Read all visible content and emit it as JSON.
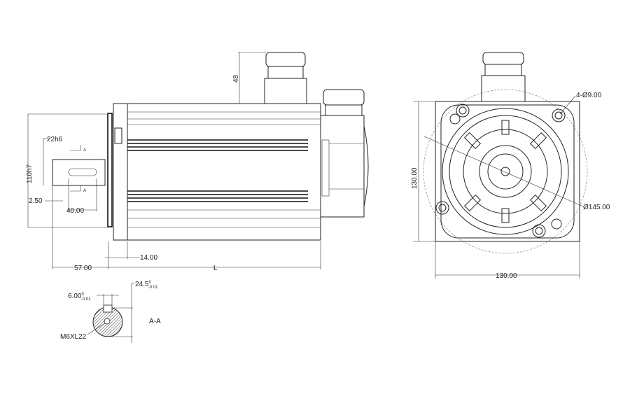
{
  "side_view": {
    "shaft_dia": "22h6",
    "flange_pilot": "110h7",
    "key_offset": "2.50",
    "key_length": "40.00",
    "flange_thickness": "14.00",
    "shaft_length": "57.00",
    "body_length": "L",
    "connector_height": "48",
    "section_mark": "A"
  },
  "front_view": {
    "holes": "4-Ø9.00",
    "pcd": "Ø145.00",
    "height": "130.00",
    "width": "130.00"
  },
  "section": {
    "key_width": "6.00",
    "key_width_tol_upper": "0",
    "key_width_tol_lower": "-0.01",
    "key_depth": "24.5",
    "key_depth_tol_upper": "0",
    "key_depth_tol_lower": "-0.01",
    "thread": "M6XL22",
    "label": "A-A"
  }
}
